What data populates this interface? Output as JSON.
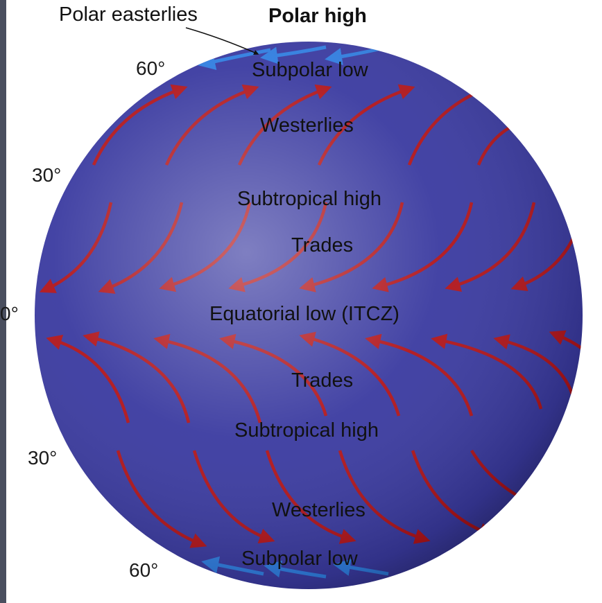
{
  "labels": {
    "polar_easterlies": "Polar easterlies",
    "polar_high": "Polar high",
    "subpolar_low_north": "Subpolar low",
    "westerlies_north": "Westerlies",
    "subtropical_high_north": "Subtropical high",
    "trades_north": "Trades",
    "equatorial_low": "Equatorial low (ITCZ)",
    "trades_south": "Trades",
    "subtropical_high_south": "Subtropical high",
    "westerlies_south": "Westerlies",
    "subpolar_low_south": "Subpolar low"
  },
  "latitudes": {
    "lat_60_north": "60°",
    "lat_30_north": "30°",
    "lat_0": "0°",
    "lat_30_south": "30°",
    "lat_60_south": "60°"
  },
  "colors": {
    "polar": "#6b5fc4",
    "subpolar": "#4f9f5a",
    "westerlies": "#6aa66a",
    "subtropical": "#f5ea22",
    "trades": "#f5b36b",
    "equatorial": "#d8333a",
    "wind_arrow": "#b0141a",
    "easterly_arrow": "#2f7de0"
  }
}
